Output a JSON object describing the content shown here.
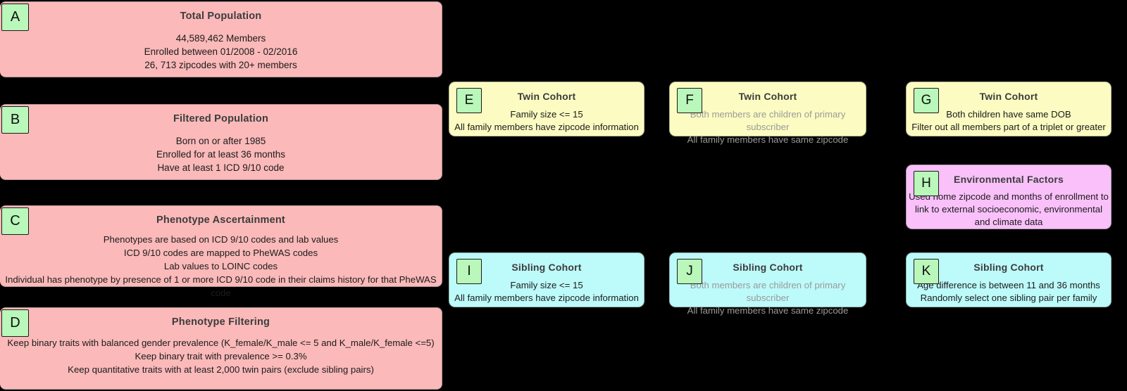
{
  "figure": {
    "background_color": "#000000",
    "badge_color": "#baf7ba",
    "colors": {
      "cohort_base": "#fbb9b9",
      "twin_cohort": "#fcfcc2",
      "sibling_cohort": "#bdfafa",
      "environmental": "#f9c0f9"
    }
  },
  "panels": [
    {
      "id": "A",
      "title": "Total Population",
      "body": "44,589,462 Members\nEnrolled between 01/2008 - 02/2016\n26, 713 zipcodes with 20+ members",
      "muted": false,
      "color": "#fbb9b9"
    },
    {
      "id": "B",
      "title": "Filtered Population",
      "body": "Born on or after 1985\nEnrolled for at least 36 months\nHave at least 1 ICD 9/10 code",
      "muted": false,
      "color": "#fbb9b9"
    },
    {
      "id": "C",
      "title": "Phenotype Ascertainment",
      "body": "Phenotypes are based on ICD 9/10 codes and lab values\nICD 9/10 codes are mapped to PheWAS codes\nLab values to LOINC codes\nIndividual has phenotype by presence of 1 or more ICD 9/10 code in their claims history for that PheWAS code",
      "muted": false,
      "color": "#fbb9b9"
    },
    {
      "id": "D",
      "title": "Phenotype Filtering",
      "body": "Keep binary traits with balanced gender prevalence (K_female/K_male <= 5 and K_male/K_female <=5)\nKeep binary trait with prevalence >= 0.3%\nKeep quantitative traits with at least 2,000 twin pairs (exclude sibling pairs)",
      "muted": false,
      "color": "#fbb9b9"
    },
    {
      "id": "E",
      "title": "Twin Cohort",
      "body": "Family size <= 15\nAll family members have zipcode information",
      "muted": false,
      "color": "#fcfcc2"
    },
    {
      "id": "F",
      "title": "Twin Cohort",
      "body": "Both members are children of primary subscriber\nAll family members have same zipcode",
      "muted": true,
      "color": "#fcfcc2"
    },
    {
      "id": "G",
      "title": "Twin Cohort",
      "body": "Both children have same DOB\nFilter out all members part of a triplet or greater",
      "muted": false,
      "color": "#fcfcc2"
    },
    {
      "id": "H",
      "title": "Environmental Factors",
      "body": "Used home zipcode and months of enrollment to link to external socioeconomic, environmental and climate data",
      "muted": false,
      "color": "#f9c0f9"
    },
    {
      "id": "I",
      "title": "Sibling Cohort",
      "body": "Family size <= 15\nAll family members have zipcode information",
      "muted": false,
      "color": "#bdfafa"
    },
    {
      "id": "J",
      "title": "Sibling Cohort",
      "body": "Both members are children of primary subscriber\nAll family members have same zipcode",
      "muted": true,
      "color": "#bdfafa"
    },
    {
      "id": "K",
      "title": "Sibling Cohort",
      "body": "Age difference is between 11 and 36 months\nRandomly select one sibling pair per family",
      "muted": false,
      "color": "#bdfafa"
    }
  ]
}
